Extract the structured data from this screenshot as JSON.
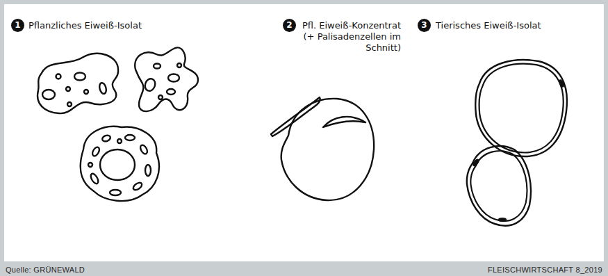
{
  "diagram": {
    "labels": [
      "1",
      "Pflanzliches Eiweiß-Isolat",
      "2",
      "Pfl. Eiweiß-Konzentrat (+ Palisadenzellen im Schnitt)",
      "3",
      "Tierisches Eiweiß-Isolat",
      "Quelle: GRÜNEWALD",
      "FLEISCHWIRTSCHAFT 8_2019"
    ]
  }
}
